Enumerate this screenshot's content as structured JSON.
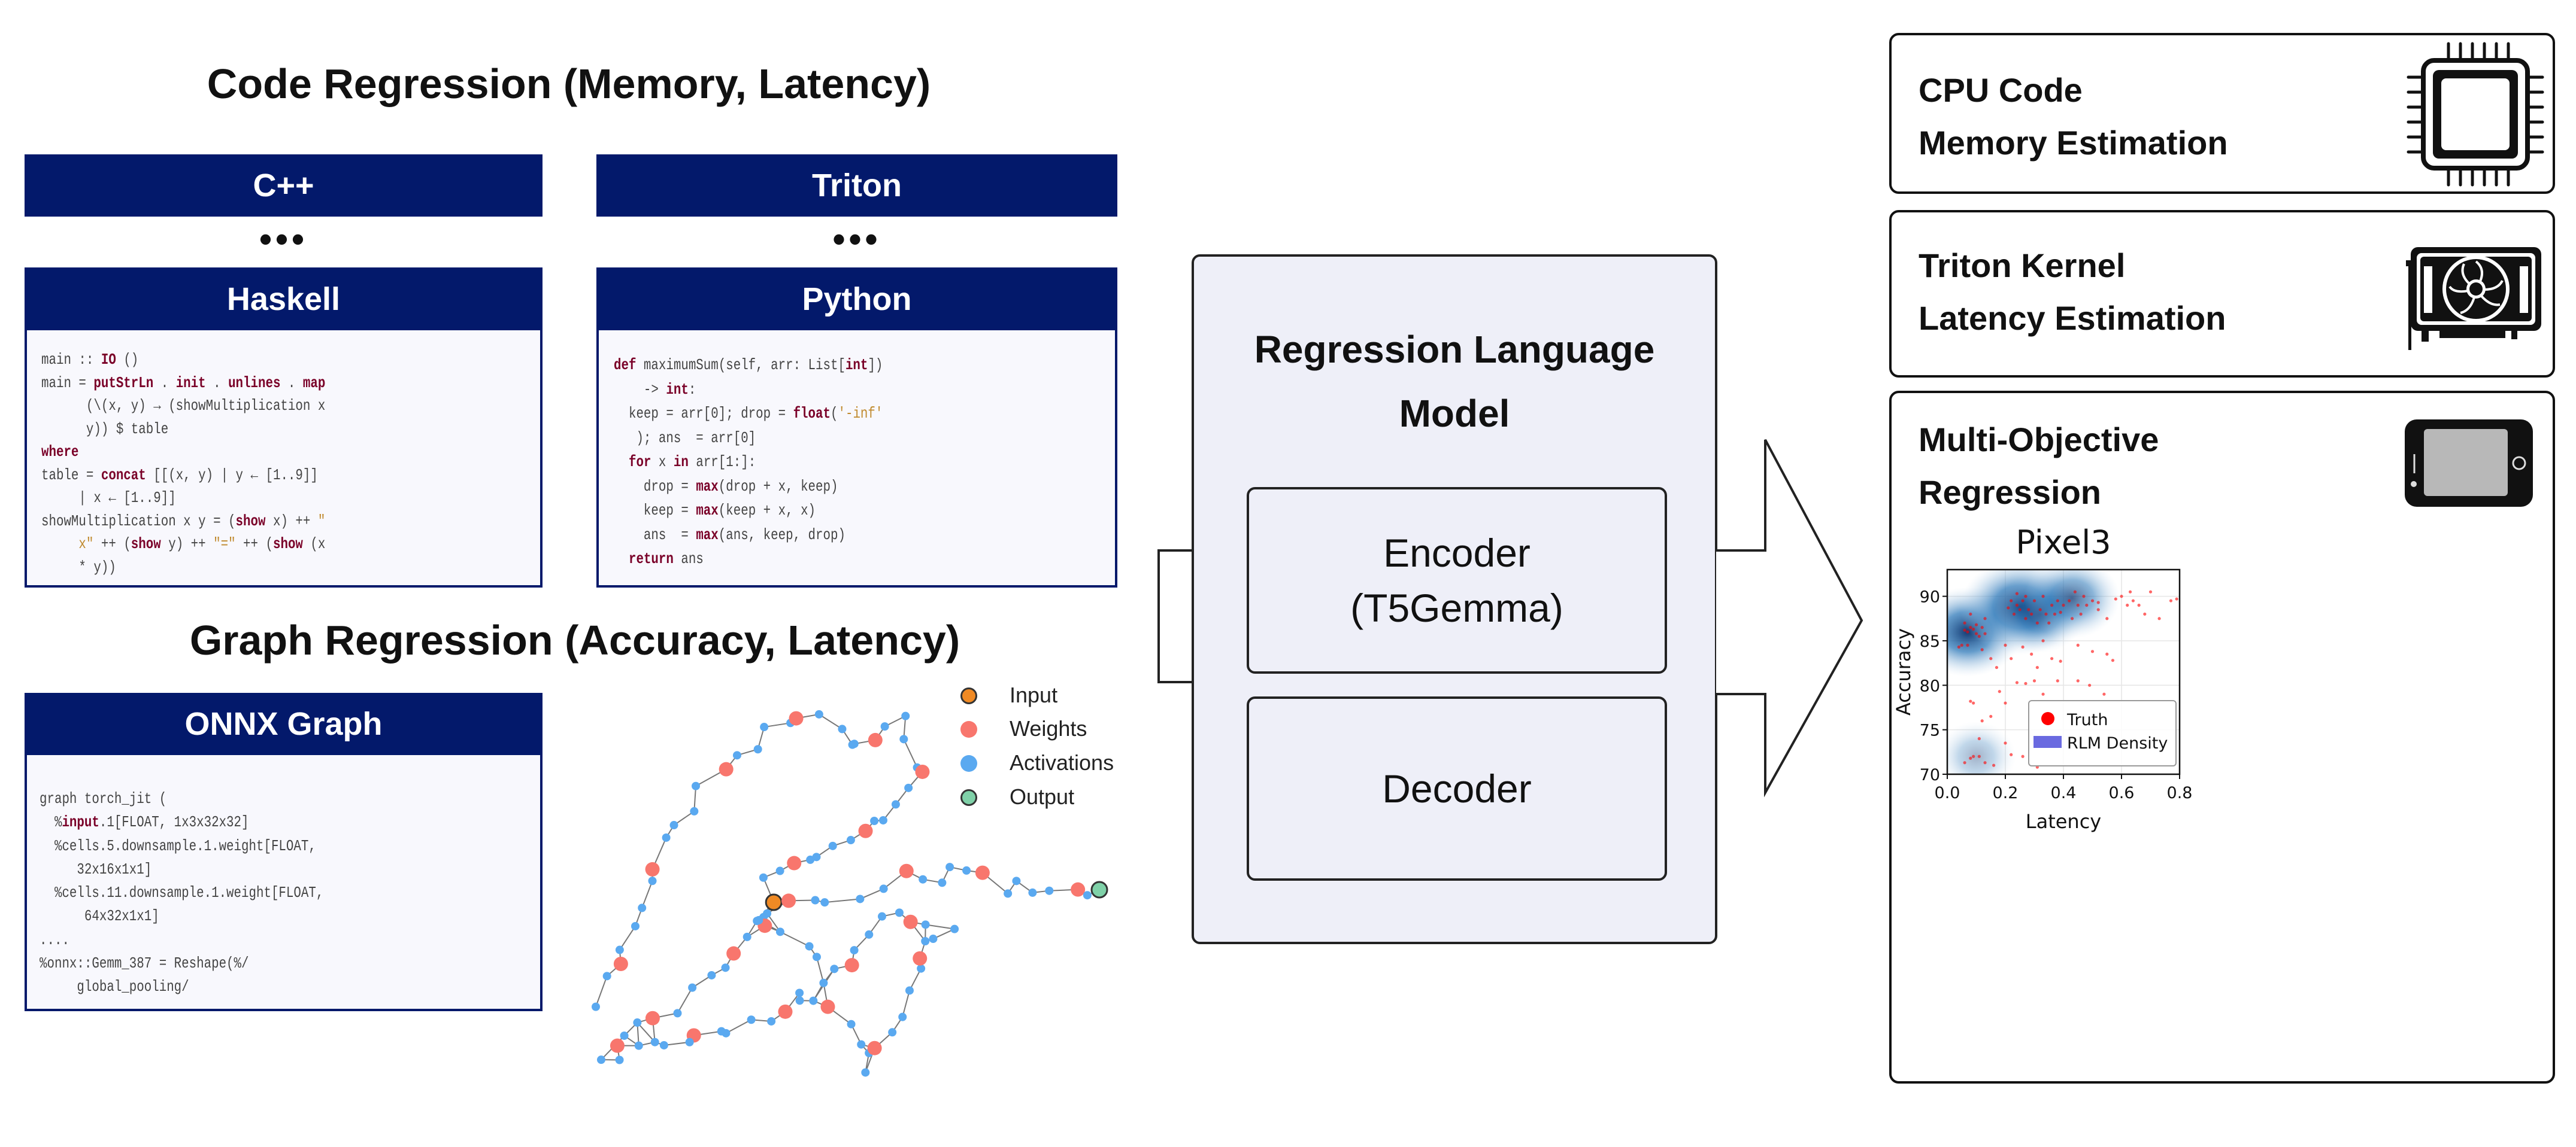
{
  "code_section": {
    "title": "Code Regression (Memory, Latency)",
    "languages": {
      "cpp": "C++",
      "triton": "Triton",
      "haskell": "Haskell",
      "python": "Python"
    },
    "ellipsis": "•••",
    "haskell_code": [
      [
        [
          "main :: ",
          ""
        ],
        [
          "IO",
          "k"
        ],
        [
          " ()",
          ""
        ]
      ],
      [
        [
          "main = ",
          ""
        ],
        [
          "putStrLn",
          "k"
        ],
        [
          " . ",
          ""
        ],
        [
          "init",
          "k"
        ],
        [
          " . ",
          ""
        ],
        [
          "unlines",
          "k"
        ],
        [
          " . ",
          ""
        ],
        [
          "map",
          "k"
        ]
      ],
      [
        [
          "      (\\(x, y) → (showMultiplication x",
          ""
        ]
      ],
      [
        [
          "      y)) $ table",
          ""
        ]
      ],
      [
        [
          "where",
          "k"
        ]
      ],
      [
        [
          "table = ",
          ""
        ],
        [
          "concat",
          "k"
        ],
        [
          " [[(x, y) | y ← [1..9]]",
          ""
        ]
      ],
      [
        [
          "     | x ← [1..9]]",
          ""
        ]
      ],
      [
        [
          "showMultiplication x y = (",
          ""
        ],
        [
          "show",
          "k"
        ],
        [
          " x) ++ ",
          ""
        ],
        [
          "\"",
          "s"
        ]
      ],
      [
        [
          "     ",
          ""
        ],
        [
          "x\"",
          "s"
        ],
        [
          " ++ (",
          ""
        ],
        [
          "show",
          "k"
        ],
        [
          " y) ++ ",
          ""
        ],
        [
          "\"=\"",
          "s"
        ],
        [
          " ++ (",
          ""
        ],
        [
          "show",
          "k"
        ],
        [
          " (x",
          ""
        ]
      ],
      [
        [
          "     * y))",
          ""
        ]
      ]
    ],
    "python_code": [
      [
        [
          "def",
          "k"
        ],
        [
          " maximumSum(self, arr: List[",
          ""
        ],
        [
          "int",
          "k"
        ],
        [
          "])",
          ""
        ]
      ],
      [
        [
          "    -> ",
          ""
        ],
        [
          "int",
          "k"
        ],
        [
          ":",
          ""
        ]
      ],
      [
        [
          "  keep = arr[0]; drop = ",
          ""
        ],
        [
          "float",
          "k"
        ],
        [
          "(",
          ""
        ],
        [
          "'-inf'",
          "s"
        ]
      ],
      [
        [
          "   ); ans  = arr[0]",
          ""
        ]
      ],
      [
        [
          "  ",
          ""
        ],
        [
          "for",
          "k"
        ],
        [
          " x ",
          ""
        ],
        [
          "in",
          "k"
        ],
        [
          " arr[1:]:",
          ""
        ]
      ],
      [
        [
          "    drop = ",
          ""
        ],
        [
          "max",
          "k"
        ],
        [
          "(drop + x, keep)",
          ""
        ]
      ],
      [
        [
          "    keep = ",
          ""
        ],
        [
          "max",
          "k"
        ],
        [
          "(keep + x, x)",
          ""
        ]
      ],
      [
        [
          "    ans  = ",
          ""
        ],
        [
          "max",
          "k"
        ],
        [
          "(ans, keep, drop)",
          ""
        ]
      ],
      [
        [
          "  ",
          ""
        ],
        [
          "return",
          "k"
        ],
        [
          " ans",
          ""
        ]
      ]
    ]
  },
  "graph_section": {
    "title": "Graph Regression (Accuracy, Latency)",
    "onnx_header": "ONNX Graph",
    "onnx_code": [
      [
        [
          "graph torch_jit (",
          ""
        ]
      ],
      [
        [
          "  %",
          ""
        ],
        [
          "input",
          "k"
        ],
        [
          ".1[FLOAT, 1x3x32x32]",
          ""
        ]
      ],
      [
        [
          "  %cells.5.downsample.1.weight[FLOAT,",
          ""
        ]
      ],
      [
        [
          "     32x16x1x1]",
          ""
        ]
      ],
      [
        [
          "  %cells.11.downsample.1.weight[FLOAT,",
          ""
        ]
      ],
      [
        [
          "      64x32x1x1]",
          ""
        ]
      ],
      [
        [
          "....",
          ""
        ]
      ],
      [
        [
          "%onnx::Gemm_387 = Reshape(%/",
          ""
        ]
      ],
      [
        [
          "     global_pooling/",
          ""
        ]
      ]
    ],
    "legend": [
      {
        "label": "Input",
        "color": "#f08a24"
      },
      {
        "label": "Weights",
        "color": "#f8766d"
      },
      {
        "label": "Activations",
        "color": "#5aa9f0"
      },
      {
        "label": "Output",
        "color": "#7fd1a8"
      }
    ]
  },
  "model": {
    "title_line1": "Regression Language",
    "title_line2": "Model",
    "encoder_line1": "Encoder",
    "encoder_line2": "(T5Gemma)",
    "decoder": "Decoder"
  },
  "tasks": [
    {
      "line1": "CPU Code",
      "line2": "Memory Estimation",
      "icon": "cpu-chip-icon"
    },
    {
      "line1": "Triton Kernel",
      "line2": "Latency Estimation",
      "icon": "gpu-card-icon"
    },
    {
      "line1": "Multi-Objective",
      "line2": "Regression",
      "icon": "smartphone-icon"
    }
  ],
  "chart_data": {
    "type": "scatter",
    "title": "Pixel3",
    "xlabel": "Latency",
    "ylabel": "Accuracy",
    "xlim": [
      0.0,
      0.8
    ],
    "ylim": [
      70,
      93
    ],
    "xticks": [
      "0.0",
      "0.2",
      "0.4",
      "0.6",
      "0.8"
    ],
    "yticks": [
      "70",
      "75",
      "80",
      "85",
      "90"
    ],
    "grid": true,
    "legend_position": "bottom-right",
    "series": [
      {
        "name": "Truth",
        "color": "#ff0000",
        "marker": "point",
        "points": [
          [
            0.04,
            84.3
          ],
          [
            0.05,
            84.5
          ],
          [
            0.06,
            86.2
          ],
          [
            0.06,
            87
          ],
          [
            0.07,
            86
          ],
          [
            0.07,
            84.5
          ],
          [
            0.08,
            86.5
          ],
          [
            0.08,
            88
          ],
          [
            0.09,
            86.3
          ],
          [
            0.1,
            85.8
          ],
          [
            0.1,
            86.8
          ],
          [
            0.11,
            85.5
          ],
          [
            0.12,
            86.5
          ],
          [
            0.13,
            85.8
          ],
          [
            0.13,
            87.5
          ],
          [
            0.12,
            84
          ],
          [
            0.21,
            88.7
          ],
          [
            0.22,
            89.5
          ],
          [
            0.23,
            88
          ],
          [
            0.24,
            89
          ],
          [
            0.24,
            90.3
          ],
          [
            0.25,
            88.5
          ],
          [
            0.26,
            89.5
          ],
          [
            0.27,
            87.5
          ],
          [
            0.27,
            90
          ],
          [
            0.28,
            88.5
          ],
          [
            0.29,
            88
          ],
          [
            0.3,
            89.5
          ],
          [
            0.31,
            87
          ],
          [
            0.32,
            88.5
          ],
          [
            0.33,
            90
          ],
          [
            0.34,
            88
          ],
          [
            0.35,
            87
          ],
          [
            0.36,
            89
          ],
          [
            0.37,
            88
          ],
          [
            0.38,
            89.5
          ],
          [
            0.39,
            88.2
          ],
          [
            0.4,
            89
          ],
          [
            0.42,
            89.5
          ],
          [
            0.43,
            87.5
          ],
          [
            0.44,
            90.5
          ],
          [
            0.45,
            89
          ],
          [
            0.46,
            88
          ],
          [
            0.47,
            90
          ],
          [
            0.48,
            89
          ],
          [
            0.5,
            89.5
          ],
          [
            0.52,
            88.5
          ],
          [
            0.52,
            89.3
          ],
          [
            0.55,
            87.5
          ],
          [
            0.58,
            89.7
          ],
          [
            0.6,
            90
          ],
          [
            0.62,
            89
          ],
          [
            0.63,
            90.5
          ],
          [
            0.64,
            89.5
          ],
          [
            0.66,
            89
          ],
          [
            0.68,
            88
          ],
          [
            0.7,
            90.5
          ],
          [
            0.73,
            87.5
          ],
          [
            0.77,
            89.5
          ],
          [
            0.79,
            89.7
          ],
          [
            0.15,
            83
          ],
          [
            0.17,
            82
          ],
          [
            0.2,
            84.5
          ],
          [
            0.22,
            83
          ],
          [
            0.26,
            84.3
          ],
          [
            0.29,
            83.5
          ],
          [
            0.31,
            82
          ],
          [
            0.33,
            85
          ],
          [
            0.36,
            83
          ],
          [
            0.39,
            82.7
          ],
          [
            0.45,
            84.5
          ],
          [
            0.5,
            83.8
          ],
          [
            0.55,
            83.5
          ],
          [
            0.57,
            82.8
          ],
          [
            0.08,
            78.2
          ],
          [
            0.09,
            78
          ],
          [
            0.12,
            76
          ],
          [
            0.15,
            76.5
          ],
          [
            0.18,
            79.3
          ],
          [
            0.2,
            78
          ],
          [
            0.24,
            80.3
          ],
          [
            0.27,
            80.2
          ],
          [
            0.3,
            80.5
          ],
          [
            0.33,
            79
          ],
          [
            0.38,
            80.5
          ],
          [
            0.45,
            80.5
          ],
          [
            0.49,
            80
          ],
          [
            0.54,
            79
          ],
          [
            0.08,
            71.8
          ],
          [
            0.09,
            72
          ],
          [
            0.11,
            72
          ],
          [
            0.13,
            71.3
          ],
          [
            0.16,
            71
          ],
          [
            0.22,
            72.2
          ],
          [
            0.26,
            72
          ],
          [
            0.31,
            70.8
          ],
          [
            0.11,
            74
          ],
          [
            0.2,
            73.5
          ],
          [
            0.06,
            71.3
          ]
        ]
      },
      {
        "name": "RLM Density",
        "color": "#6a6ae0",
        "marker": "density",
        "peaks": [
          [
            0.07,
            86,
            0.8
          ],
          [
            0.25,
            88.8,
            1.0
          ],
          [
            0.32,
            88,
            0.4
          ],
          [
            0.43,
            89.8,
            0.5
          ],
          [
            0.1,
            72,
            0.15
          ]
        ]
      }
    ]
  }
}
